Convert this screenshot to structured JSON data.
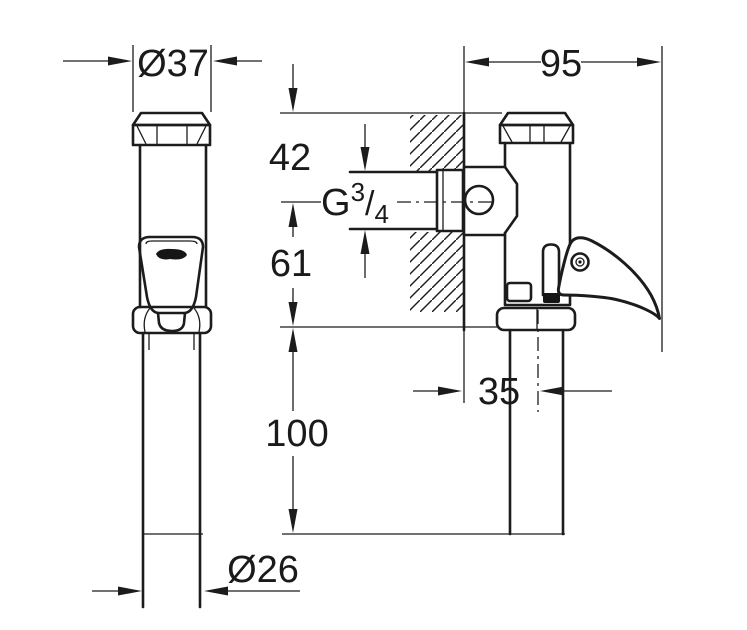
{
  "drawing": {
    "colors": {
      "background": "#ffffff",
      "line": "#1c1c1c"
    },
    "dimensions": {
      "cap_diameter": {
        "label": "Ø37"
      },
      "depth_wall_to_lever": {
        "label": "95"
      },
      "top_to_inlet_center": {
        "label": "42"
      },
      "inlet_thread": {
        "label": "G3/4",
        "parts": {
          "g": "G",
          "numerator": "3",
          "slash": "/",
          "denominator": "4"
        }
      },
      "inlet_to_base": {
        "label": "61"
      },
      "wall_to_pipe_center": {
        "label": "35"
      },
      "pipe_length": {
        "label": "100"
      },
      "pipe_diameter": {
        "label": "Ø26"
      }
    }
  }
}
